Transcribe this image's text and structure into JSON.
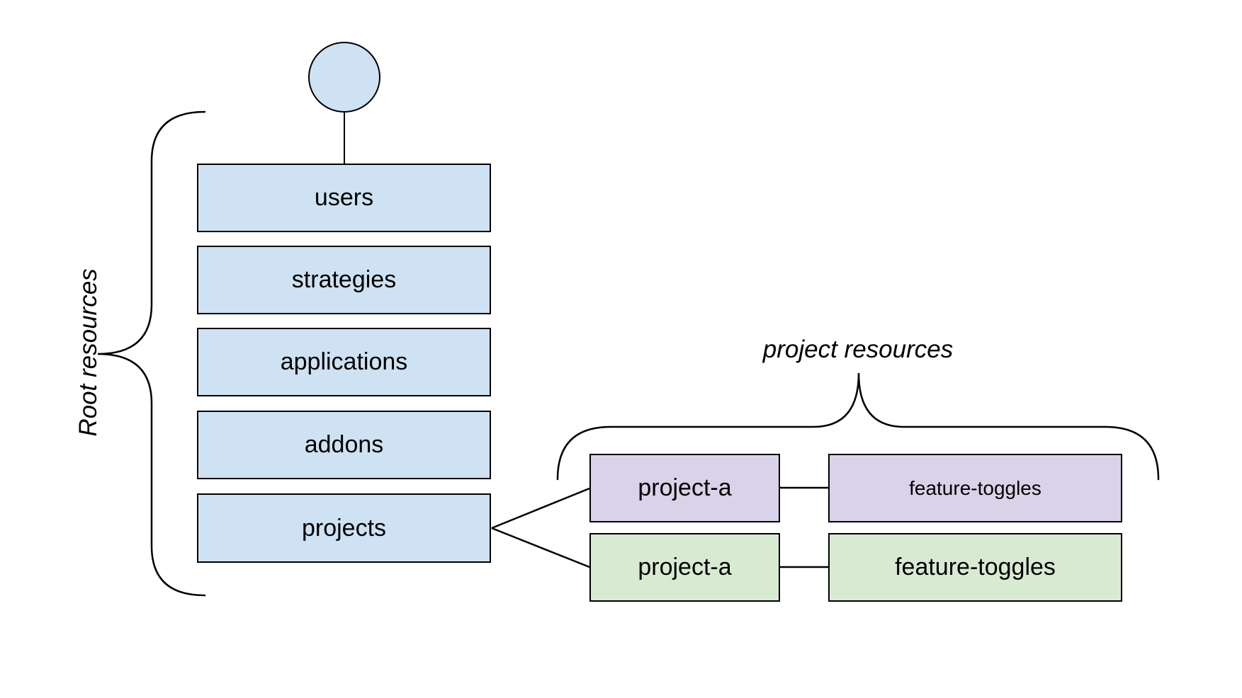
{
  "canvas": {
    "background": "#ffffff",
    "stroke_color": "#000000"
  },
  "root_section": {
    "brace_label": "Root resources",
    "node_fill": "#cfe2f3",
    "nodes": [
      {
        "label": "users"
      },
      {
        "label": "strategies"
      },
      {
        "label": "applications"
      },
      {
        "label": "addons"
      },
      {
        "label": "projects"
      }
    ]
  },
  "project_section": {
    "brace_label": "project resources",
    "rows": [
      {
        "project_label": "project-a",
        "feature_label": "feature-toggles",
        "fill": "#d9d2e9"
      },
      {
        "project_label": "project-a",
        "feature_label": "feature-toggles",
        "fill": "#d9ead3"
      }
    ]
  }
}
